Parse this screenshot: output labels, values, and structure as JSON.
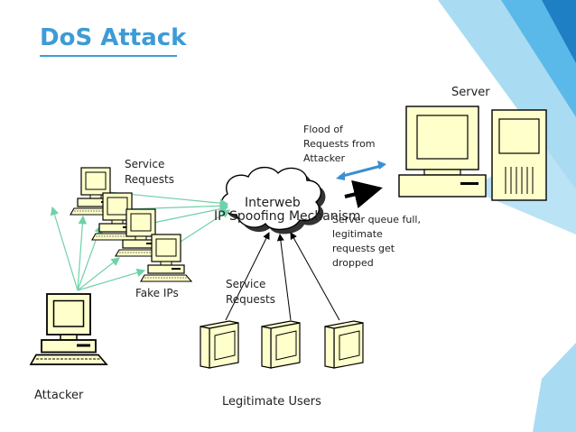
{
  "title": "DoS Attack",
  "labels": {
    "server": "Server",
    "flood": "Flood of\nRequests from\nAttacker",
    "service_requests_top": "Service\nRequests",
    "cloud": "Interweb",
    "ip_spoofing": "IP Spoofing Mechanism",
    "queue_full": "Server queue full,\nlegitimate\nrequests get\ndropped",
    "service_requests_bottom": "Service\nRequests",
    "fake_ips": "Fake IPs",
    "attacker": "Attacker",
    "legit_users": "Legitimate Users"
  },
  "colors": {
    "title": "#3d9bd6",
    "decor_blue_light": "#a9dcf3",
    "decor_blue_mid": "#5ab9e8",
    "decor_blue_dark": "#1f7fc4",
    "computer_fill": "#ffffcc",
    "spoof_arrow": "#6fd1a8",
    "flood_arrow": "#3a8fd0"
  }
}
